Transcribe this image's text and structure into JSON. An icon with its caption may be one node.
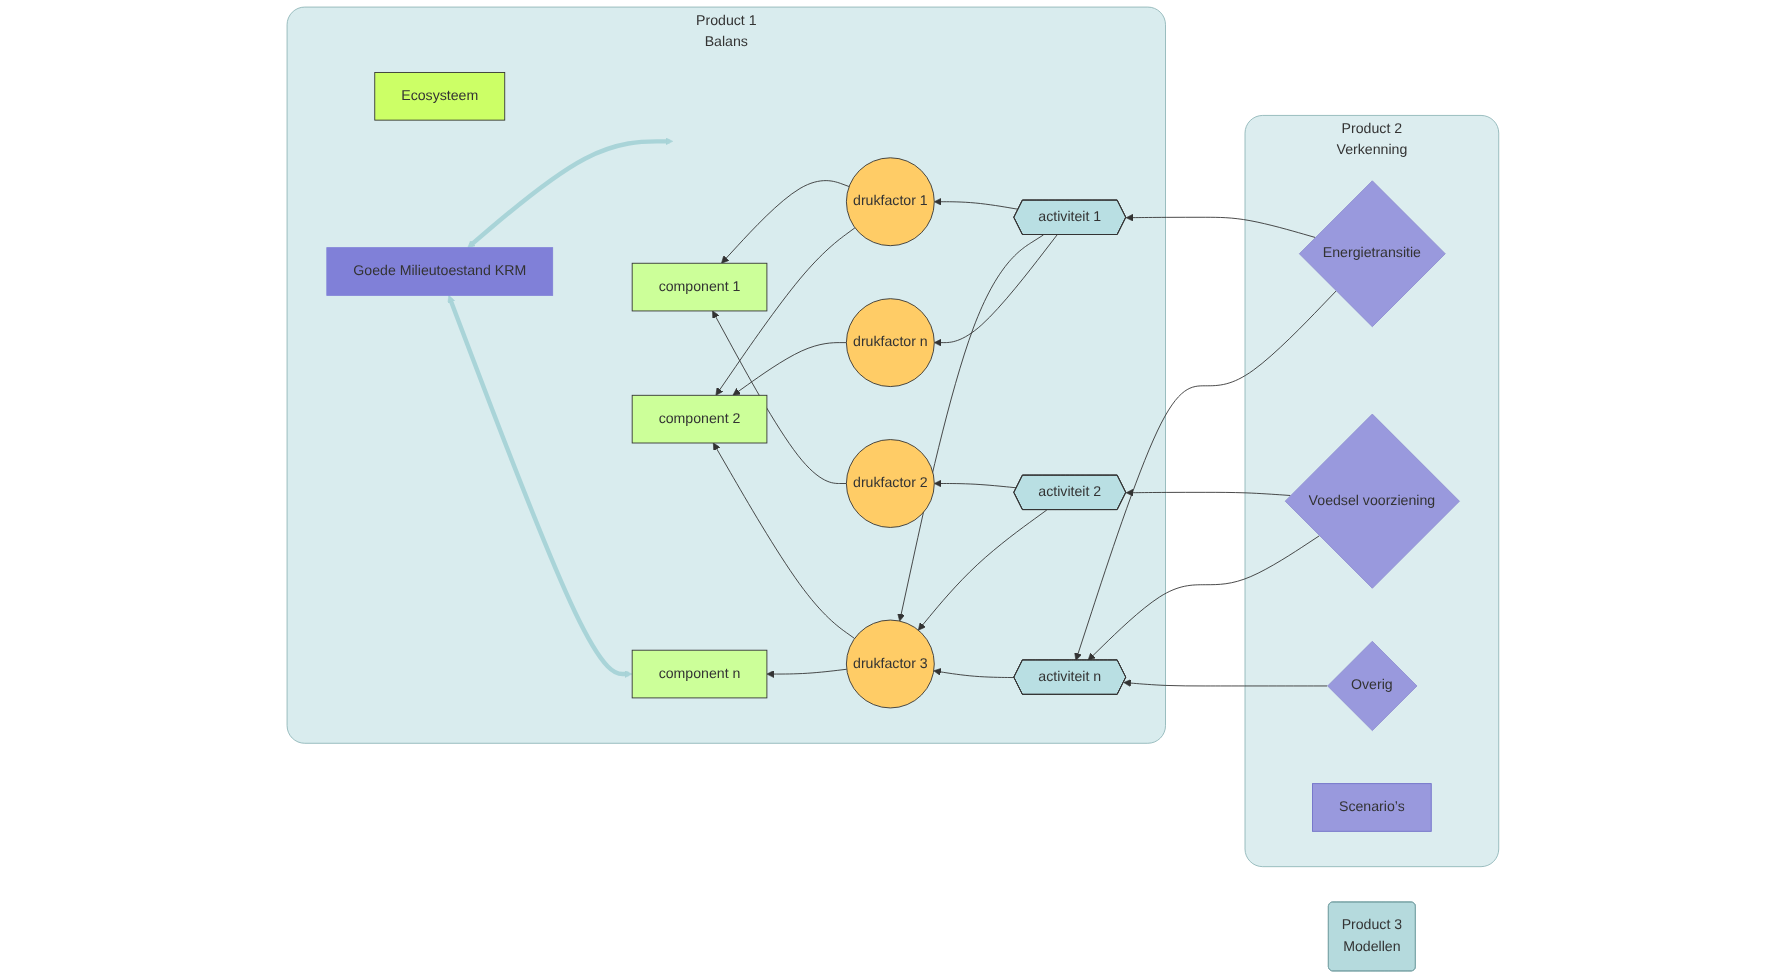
{
  "diagram": {
    "nodes": [
      {
        "text": [
          "Product 1",
          "Balans"
        ]
      },
      {
        "text": [
          "Ecosysteem"
        ],
        "in": 0
      },
      {
        "text": [
          "component 1"
        ],
        "in": 0
      },
      {
        "text": [
          "component 2"
        ],
        "in": 0
      },
      {
        "text": [
          "component n"
        ],
        "in": 0
      },
      {
        "text": [
          "drukfactor 1"
        ],
        "in": 0
      },
      {
        "text": [
          "drukfactor 2"
        ],
        "in": 0
      },
      {
        "text": [
          "drukfactor 3"
        ],
        "in": 0
      },
      {
        "text": [
          "drukfactor n"
        ],
        "in": 0
      },
      {
        "text": [
          "activiteit 1"
        ],
        "in": 0
      },
      {
        "text": [
          "activiteit 2"
        ],
        "in": 0
      },
      {
        "text": [
          "activiteit n"
        ],
        "in": 0
      },
      {
        "text": [
          "Goede Milieutoestand KRM"
        ],
        "in": 0
      },
      {
        "text": [
          "Product 2",
          "Verkenning"
        ]
      },
      {
        "text": [
          "Energietransitie"
        ],
        "in": 13
      },
      {
        "text": [
          "Voedsel voorziening"
        ],
        "in": 13
      },
      {
        "text": [
          "Overig"
        ],
        "in": 13
      },
      {
        "text": [
          "Scenario’s"
        ],
        "in": 13
      },
      {
        "text": [
          "Product 3",
          "Modellen"
        ]
      }
    ],
    "edges": [
      {
        "from": 5,
        "to": 2,
        "arrow": "to"
      },
      {
        "from": 5,
        "to": 3,
        "arrow": "to"
      },
      {
        "from": 6,
        "to": 2,
        "arrow": "to"
      },
      {
        "from": 7,
        "to": 3,
        "arrow": "to"
      },
      {
        "from": 7,
        "to": 4,
        "arrow": "to"
      },
      {
        "from": 8,
        "to": 3,
        "arrow": "to"
      },
      {
        "from": 9,
        "to": 5,
        "arrow": "to"
      },
      {
        "from": 9,
        "to": 7,
        "arrow": "to"
      },
      {
        "from": 9,
        "to": 8,
        "arrow": "to"
      },
      {
        "from": 10,
        "to": 6,
        "arrow": "to"
      },
      {
        "from": 10,
        "to": 7,
        "arrow": "to"
      },
      {
        "from": 11,
        "to": 7,
        "arrow": "to"
      },
      {
        "from": 14,
        "to": 9,
        "arrow": "to"
      },
      {
        "from": 14,
        "to": 11,
        "arrow": "to"
      },
      {
        "from": 15,
        "to": 10,
        "arrow": "to"
      },
      {
        "from": 15,
        "to": 11,
        "arrow": "to"
      },
      {
        "from": 16,
        "to": 11,
        "arrow": "to"
      },
      {
        "from": 4,
        "to": 12,
        "arrow": "both",
        "style": "thick",
        "color": "#a9d4d8"
      },
      {
        "from": null,
        "to": 12,
        "arrow": "both",
        "style": "thick",
        "color": "#a9d4d8"
      }
    ]
  }
}
